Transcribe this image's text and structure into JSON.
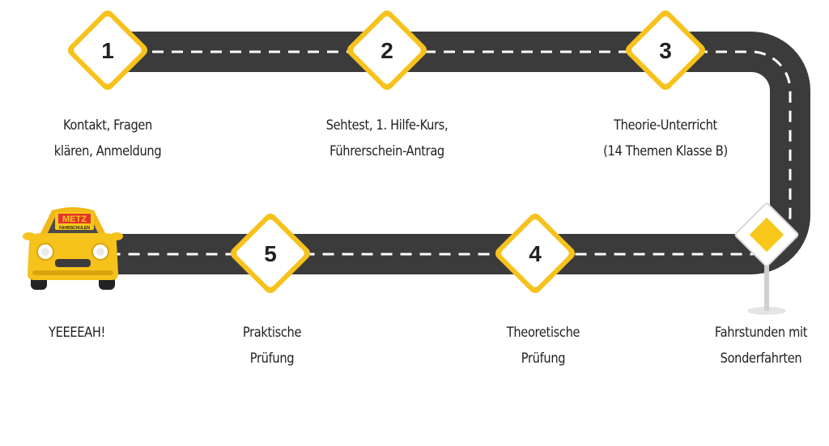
{
  "colors": {
    "road": "#3b3b3b",
    "lane_marking": "#ffffff",
    "sign_border": "#f6c21c",
    "sign_fill": "#ffffff",
    "priority_sign_center": "#f7c819",
    "car_body": "#f6c21c"
  },
  "steps": [
    {
      "number": "1",
      "lines": [
        "Kontakt, Fragen",
        "klären, Anmeldung"
      ]
    },
    {
      "number": "2",
      "lines": [
        "Sehtest, 1. Hilfe-Kurs,",
        "Führerschein-Antrag"
      ]
    },
    {
      "number": "3",
      "lines": [
        "Theorie-Unterricht",
        "(14 Themen Klasse B)"
      ]
    },
    {
      "number": "4",
      "lines": [
        "Theoretische",
        "Prüfung"
      ]
    },
    {
      "number": "5",
      "lines": [
        "Praktische",
        "Prüfung"
      ]
    }
  ],
  "priority_sign": {
    "icon": "priority-road-sign-icon",
    "lines": [
      "Fahrstunden mit",
      "Sonderfahrten"
    ]
  },
  "car": {
    "icon": "driving-school-car-icon",
    "logo": "METZ",
    "sublabel": "FAHRSCHULEN",
    "lines": [
      "YEEEEAH!"
    ]
  }
}
